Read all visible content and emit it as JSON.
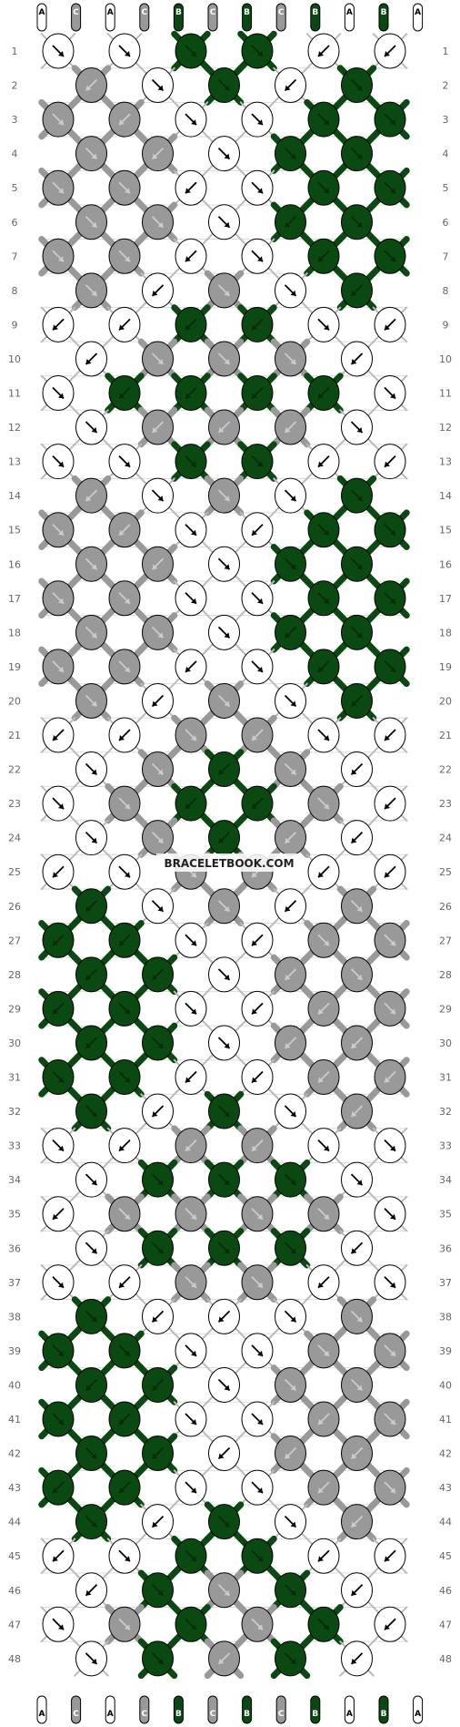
{
  "watermark": "BRACELETBOOK.COM",
  "colors": {
    "A": "#ffffff",
    "C": "#999999",
    "B": "#0a4a12",
    "outline": "#000000"
  },
  "strands_top": [
    "A",
    "C",
    "A",
    "C",
    "B",
    "C",
    "B",
    "C",
    "B",
    "A",
    "B",
    "A"
  ],
  "strands_bottom": [
    "A",
    "C",
    "A",
    "C",
    "B",
    "C",
    "B",
    "C",
    "B",
    "A",
    "B",
    "A"
  ],
  "rows": 48,
  "knots": {
    "rows_odd_cols": [
      0,
      2,
      4,
      6,
      8,
      10
    ],
    "rows_even_cols": [
      1,
      3,
      5,
      7,
      9
    ]
  },
  "pattern": [
    [
      [
        "A",
        "se"
      ],
      [
        "A",
        "se"
      ],
      [
        "B",
        "se"
      ],
      [
        "B",
        "se"
      ],
      [
        "A",
        "sw"
      ],
      [
        "A",
        "sw"
      ]
    ],
    [
      [
        "C",
        "sw"
      ],
      [
        "A",
        "se"
      ],
      [
        "B",
        "se"
      ],
      [
        "A",
        "sw"
      ],
      [
        "B",
        "se"
      ]
    ],
    [
      [
        "C",
        "se"
      ],
      [
        "C",
        "sw"
      ],
      [
        "A",
        "se"
      ],
      [
        "A",
        "se"
      ],
      [
        "B",
        "se"
      ],
      [
        "B",
        "se"
      ]
    ],
    [
      [
        "C",
        "se"
      ],
      [
        "C",
        "sw"
      ],
      [
        "A",
        "se"
      ],
      [
        "B",
        "se"
      ],
      [
        "B",
        "se"
      ]
    ],
    [
      [
        "C",
        "se"
      ],
      [
        "C",
        "se"
      ],
      [
        "A",
        "sw"
      ],
      [
        "A",
        "se"
      ],
      [
        "B",
        "se"
      ],
      [
        "B",
        "se"
      ]
    ],
    [
      [
        "C",
        "se"
      ],
      [
        "C",
        "se"
      ],
      [
        "A",
        "se"
      ],
      [
        "B",
        "sw"
      ],
      [
        "B",
        "se"
      ]
    ],
    [
      [
        "C",
        "se"
      ],
      [
        "C",
        "se"
      ],
      [
        "A",
        "sw"
      ],
      [
        "A",
        "se"
      ],
      [
        "B",
        "sw"
      ],
      [
        "B",
        "se"
      ]
    ],
    [
      [
        "C",
        "se"
      ],
      [
        "A",
        "sw"
      ],
      [
        "C",
        "se"
      ],
      [
        "A",
        "se"
      ],
      [
        "B",
        "sw"
      ]
    ],
    [
      [
        "A",
        "sw"
      ],
      [
        "A",
        "sw"
      ],
      [
        "B",
        "sw"
      ],
      [
        "B",
        "sw"
      ],
      [
        "A",
        "se"
      ],
      [
        "A",
        "sw"
      ]
    ],
    [
      [
        "A",
        "sw"
      ],
      [
        "C",
        "se"
      ],
      [
        "C",
        "se"
      ],
      [
        "C",
        "se"
      ],
      [
        "A",
        "sw"
      ]
    ],
    [
      [
        "A",
        "se"
      ],
      [
        "B",
        "sw"
      ],
      [
        "B",
        "sw"
      ],
      [
        "B",
        "sw"
      ],
      [
        "B",
        "sw"
      ],
      [
        "A",
        "se"
      ]
    ],
    [
      [
        "A",
        "se"
      ],
      [
        "C",
        "sw"
      ],
      [
        "C",
        "sw"
      ],
      [
        "C",
        "sw"
      ],
      [
        "A",
        "se"
      ]
    ],
    [
      [
        "A",
        "se"
      ],
      [
        "A",
        "se"
      ],
      [
        "B",
        "se"
      ],
      [
        "B",
        "se"
      ],
      [
        "A",
        "sw"
      ],
      [
        "A",
        "sw"
      ]
    ],
    [
      [
        "C",
        "sw"
      ],
      [
        "A",
        "se"
      ],
      [
        "C",
        "se"
      ],
      [
        "A",
        "se"
      ],
      [
        "B",
        "se"
      ]
    ],
    [
      [
        "C",
        "se"
      ],
      [
        "C",
        "sw"
      ],
      [
        "A",
        "se"
      ],
      [
        "A",
        "sw"
      ],
      [
        "B",
        "se"
      ],
      [
        "B",
        "se"
      ]
    ],
    [
      [
        "C",
        "se"
      ],
      [
        "C",
        "sw"
      ],
      [
        "A",
        "se"
      ],
      [
        "B",
        "se"
      ],
      [
        "B",
        "se"
      ]
    ],
    [
      [
        "C",
        "se"
      ],
      [
        "C",
        "se"
      ],
      [
        "A",
        "se"
      ],
      [
        "A",
        "se"
      ],
      [
        "B",
        "se"
      ],
      [
        "B",
        "se"
      ]
    ],
    [
      [
        "C",
        "se"
      ],
      [
        "C",
        "se"
      ],
      [
        "A",
        "se"
      ],
      [
        "B",
        "sw"
      ],
      [
        "B",
        "se"
      ]
    ],
    [
      [
        "C",
        "se"
      ],
      [
        "C",
        "se"
      ],
      [
        "A",
        "sw"
      ],
      [
        "A",
        "se"
      ],
      [
        "B",
        "sw"
      ],
      [
        "B",
        "se"
      ]
    ],
    [
      [
        "C",
        "se"
      ],
      [
        "A",
        "sw"
      ],
      [
        "C",
        "se"
      ],
      [
        "A",
        "se"
      ],
      [
        "B",
        "sw"
      ]
    ],
    [
      [
        "A",
        "sw"
      ],
      [
        "A",
        "sw"
      ],
      [
        "C",
        "se"
      ],
      [
        "C",
        "sw"
      ],
      [
        "A",
        "se"
      ],
      [
        "A",
        "sw"
      ]
    ],
    [
      [
        "A",
        "se"
      ],
      [
        "C",
        "se"
      ],
      [
        "B",
        "sw"
      ],
      [
        "C",
        "se"
      ],
      [
        "A",
        "sw"
      ]
    ],
    [
      [
        "A",
        "se"
      ],
      [
        "C",
        "se"
      ],
      [
        "B",
        "sw"
      ],
      [
        "B",
        "sw"
      ],
      [
        "C",
        "se"
      ],
      [
        "A",
        "sw"
      ]
    ],
    [
      [
        "A",
        "se"
      ],
      [
        "C",
        "se"
      ],
      [
        "B",
        "sw"
      ],
      [
        "C",
        "sw"
      ],
      [
        "A",
        "sw"
      ]
    ],
    [
      [
        "A",
        "sw"
      ],
      [
        "A",
        "se"
      ],
      [
        "C",
        "se"
      ],
      [
        "C",
        "sw"
      ],
      [
        "A",
        "sw"
      ],
      [
        "A",
        "sw"
      ]
    ],
    [
      [
        "B",
        "sw"
      ],
      [
        "A",
        "se"
      ],
      [
        "C",
        "se"
      ],
      [
        "A",
        "sw"
      ],
      [
        "C",
        "se"
      ]
    ],
    [
      [
        "B",
        "sw"
      ],
      [
        "B",
        "sw"
      ],
      [
        "A",
        "se"
      ],
      [
        "A",
        "sw"
      ],
      [
        "C",
        "se"
      ],
      [
        "C",
        "se"
      ]
    ],
    [
      [
        "B",
        "sw"
      ],
      [
        "B",
        "sw"
      ],
      [
        "A",
        "se"
      ],
      [
        "C",
        "sw"
      ],
      [
        "C",
        "se"
      ]
    ],
    [
      [
        "B",
        "sw"
      ],
      [
        "B",
        "se"
      ],
      [
        "A",
        "se"
      ],
      [
        "A",
        "sw"
      ],
      [
        "C",
        "sw"
      ],
      [
        "C",
        "se"
      ]
    ],
    [
      [
        "B",
        "sw"
      ],
      [
        "B",
        "se"
      ],
      [
        "A",
        "se"
      ],
      [
        "C",
        "sw"
      ],
      [
        "C",
        "sw"
      ]
    ],
    [
      [
        "B",
        "se"
      ],
      [
        "B",
        "se"
      ],
      [
        "A",
        "sw"
      ],
      [
        "A",
        "sw"
      ],
      [
        "C",
        "sw"
      ],
      [
        "C",
        "sw"
      ]
    ],
    [
      [
        "B",
        "se"
      ],
      [
        "A",
        "sw"
      ],
      [
        "B",
        "se"
      ],
      [
        "A",
        "se"
      ],
      [
        "C",
        "sw"
      ]
    ],
    [
      [
        "A",
        "se"
      ],
      [
        "A",
        "sw"
      ],
      [
        "C",
        "sw"
      ],
      [
        "C",
        "sw"
      ],
      [
        "A",
        "se"
      ],
      [
        "A",
        "se"
      ]
    ],
    [
      [
        "A",
        "se"
      ],
      [
        "B",
        "se"
      ],
      [
        "B",
        "se"
      ],
      [
        "B",
        "se"
      ],
      [
        "A",
        "se"
      ]
    ],
    [
      [
        "A",
        "sw"
      ],
      [
        "C",
        "se"
      ],
      [
        "C",
        "se"
      ],
      [
        "C",
        "se"
      ],
      [
        "C",
        "se"
      ],
      [
        "A",
        "se"
      ]
    ],
    [
      [
        "A",
        "se"
      ],
      [
        "B",
        "se"
      ],
      [
        "B",
        "se"
      ],
      [
        "B",
        "se"
      ],
      [
        "A",
        "sw"
      ]
    ],
    [
      [
        "A",
        "se"
      ],
      [
        "A",
        "sw"
      ],
      [
        "C",
        "se"
      ],
      [
        "C",
        "se"
      ],
      [
        "A",
        "sw"
      ],
      [
        "A",
        "se"
      ]
    ],
    [
      [
        "B",
        "se"
      ],
      [
        "A",
        "sw"
      ],
      [
        "A",
        "sw"
      ],
      [
        "A",
        "se"
      ],
      [
        "C",
        "se"
      ]
    ],
    [
      [
        "B",
        "se"
      ],
      [
        "B",
        "se"
      ],
      [
        "A",
        "se"
      ],
      [
        "A",
        "se"
      ],
      [
        "C",
        "se"
      ],
      [
        "C",
        "se"
      ]
    ],
    [
      [
        "B",
        "sw"
      ],
      [
        "B",
        "sw"
      ],
      [
        "A",
        "se"
      ],
      [
        "C",
        "se"
      ],
      [
        "C",
        "se"
      ]
    ],
    [
      [
        "B",
        "se"
      ],
      [
        "B",
        "sw"
      ],
      [
        "A",
        "se"
      ],
      [
        "A",
        "se"
      ],
      [
        "C",
        "sw"
      ],
      [
        "C",
        "se"
      ]
    ],
    [
      [
        "B",
        "se"
      ],
      [
        "B",
        "sw"
      ],
      [
        "A",
        "sw"
      ],
      [
        "C",
        "sw"
      ],
      [
        "C",
        "sw"
      ]
    ],
    [
      [
        "B",
        "sw"
      ],
      [
        "B",
        "sw"
      ],
      [
        "A",
        "se"
      ],
      [
        "A",
        "se"
      ],
      [
        "C",
        "sw"
      ],
      [
        "C",
        "se"
      ]
    ],
    [
      [
        "B",
        "se"
      ],
      [
        "A",
        "sw"
      ],
      [
        "B",
        "se"
      ],
      [
        "A",
        "se"
      ],
      [
        "C",
        "sw"
      ]
    ],
    [
      [
        "A",
        "sw"
      ],
      [
        "A",
        "se"
      ],
      [
        "B",
        "se"
      ],
      [
        "B",
        "se"
      ],
      [
        "A",
        "sw"
      ],
      [
        "A",
        "sw"
      ]
    ],
    [
      [
        "A",
        "sw"
      ],
      [
        "B",
        "se"
      ],
      [
        "C",
        "se"
      ],
      [
        "B",
        "se"
      ],
      [
        "A",
        "sw"
      ]
    ],
    [
      [
        "A",
        "se"
      ],
      [
        "C",
        "se"
      ],
      [
        "B",
        "se"
      ],
      [
        "C",
        "se"
      ],
      [
        "B",
        "se"
      ],
      [
        "A",
        "sw"
      ]
    ],
    [
      [
        "A",
        "se"
      ],
      [
        "B",
        "se"
      ],
      [
        "C",
        "sw"
      ],
      [
        "B",
        "se"
      ],
      [
        "A",
        "sw"
      ]
    ]
  ]
}
